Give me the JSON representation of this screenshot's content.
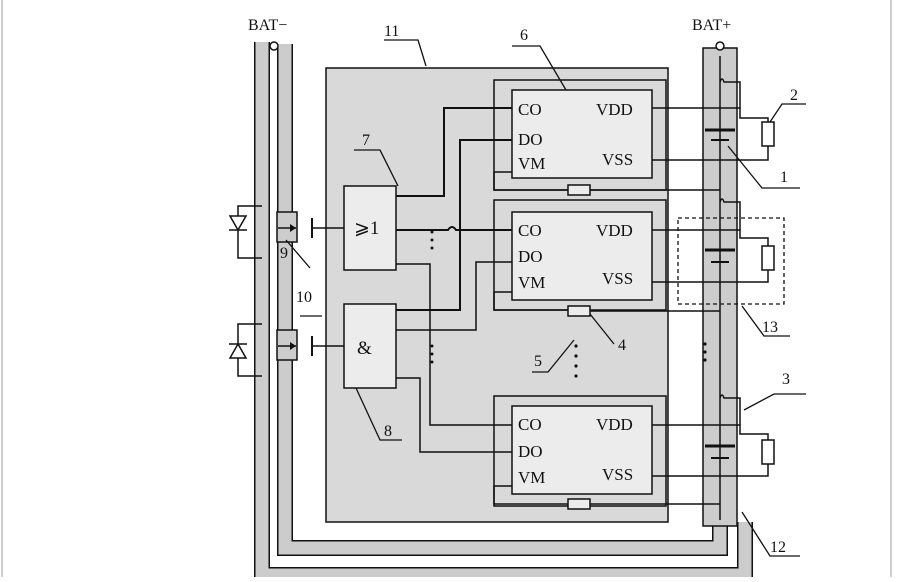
{
  "terminals": {
    "negative": "BAT−",
    "positive": "BAT+"
  },
  "chip_pins": {
    "co": "CO",
    "do": "DO",
    "vm": "VM",
    "vdd": "VDD",
    "vss": "VSS"
  },
  "gates": {
    "or": "⩾1",
    "and": "&"
  },
  "callouts": {
    "n1": "1",
    "n2": "2",
    "n3": "3",
    "n4": "4",
    "n5": "5",
    "n6": "6",
    "n7": "7",
    "n8": "8",
    "n9": "9",
    "n10": "10",
    "n11": "11",
    "n12": "12",
    "n13": "13"
  },
  "colors": {
    "panel": "#d9d9d9",
    "rail": "#cccccc",
    "chip": "#ececec",
    "line": "#111111"
  }
}
